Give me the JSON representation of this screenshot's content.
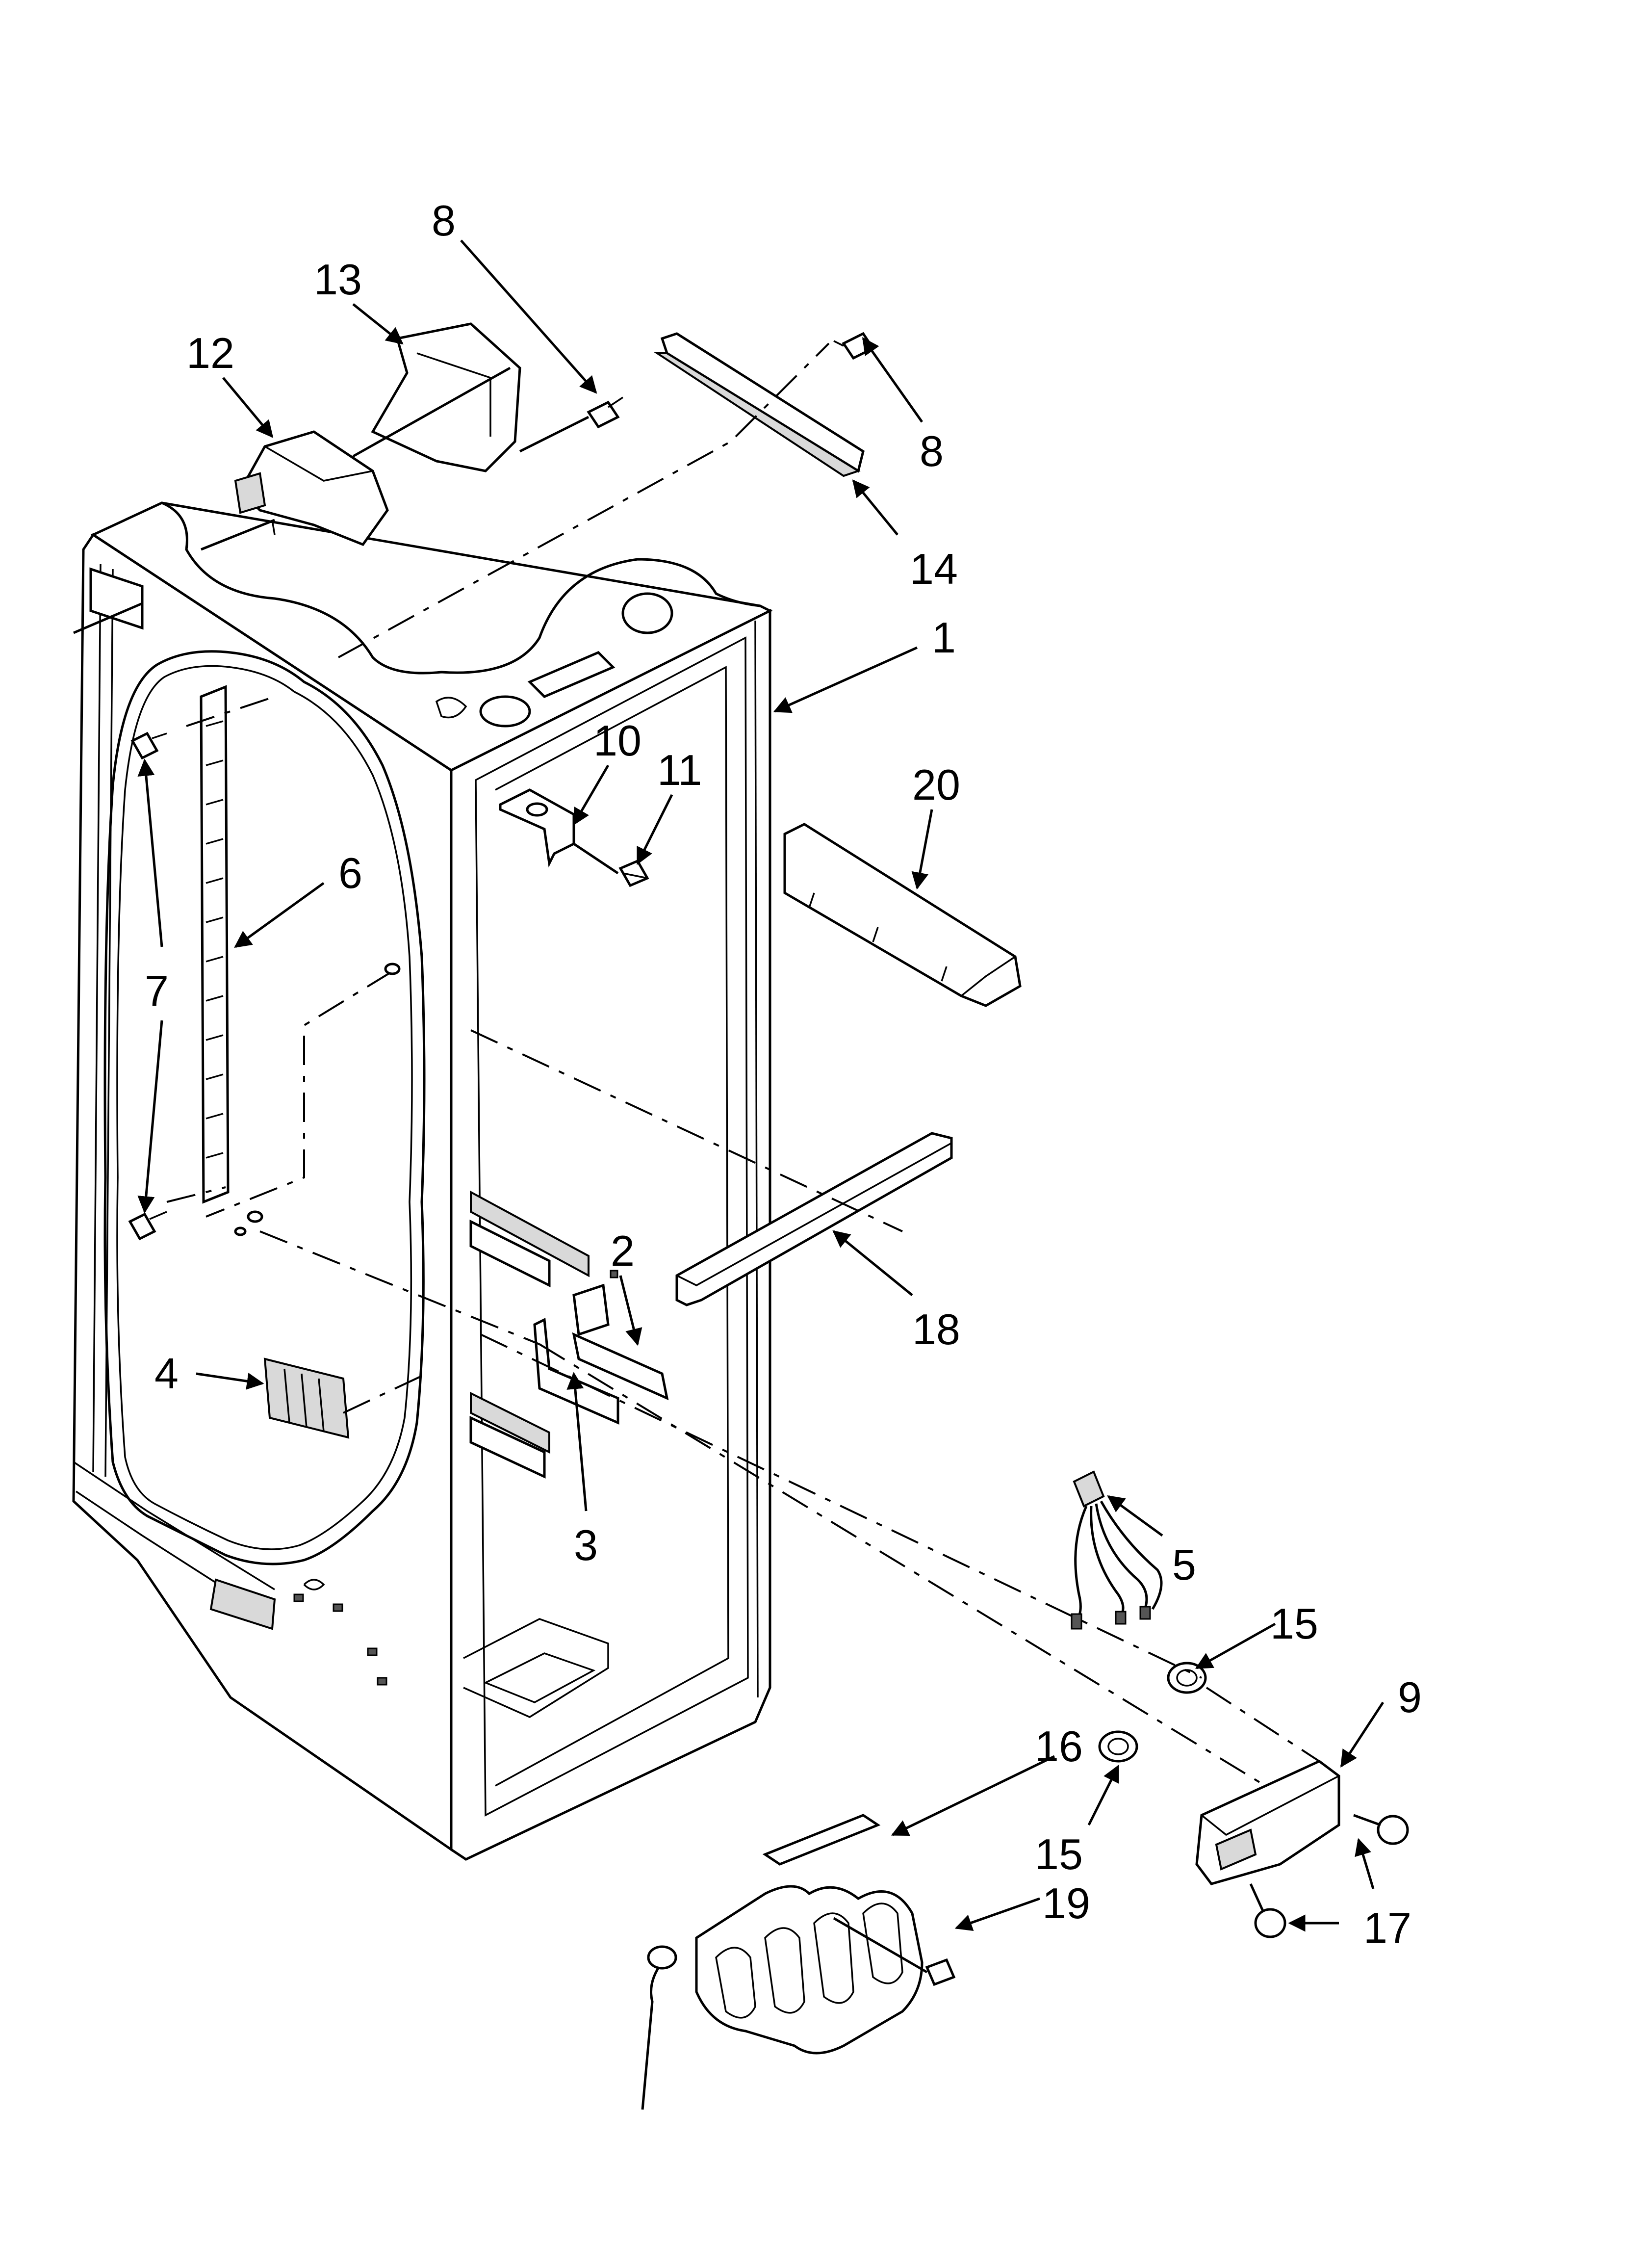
{
  "callouts": [
    {
      "id": "8a",
      "text": "8"
    },
    {
      "id": "13",
      "text": "13"
    },
    {
      "id": "12",
      "text": "12"
    },
    {
      "id": "8b",
      "text": "8"
    },
    {
      "id": "14",
      "text": "14"
    },
    {
      "id": "1",
      "text": "1"
    },
    {
      "id": "10",
      "text": "10"
    },
    {
      "id": "11",
      "text": "11"
    },
    {
      "id": "20",
      "text": "20"
    },
    {
      "id": "6",
      "text": "6"
    },
    {
      "id": "7",
      "text": "7"
    },
    {
      "id": "2",
      "text": "2"
    },
    {
      "id": "18",
      "text": "18"
    },
    {
      "id": "4",
      "text": "4"
    },
    {
      "id": "3",
      "text": "3"
    },
    {
      "id": "5",
      "text": "5"
    },
    {
      "id": "15a",
      "text": "15"
    },
    {
      "id": "9",
      "text": "9"
    },
    {
      "id": "16",
      "text": "16"
    },
    {
      "id": "15b",
      "text": "15"
    },
    {
      "id": "19",
      "text": "19"
    },
    {
      "id": "17",
      "text": "17"
    }
  ]
}
